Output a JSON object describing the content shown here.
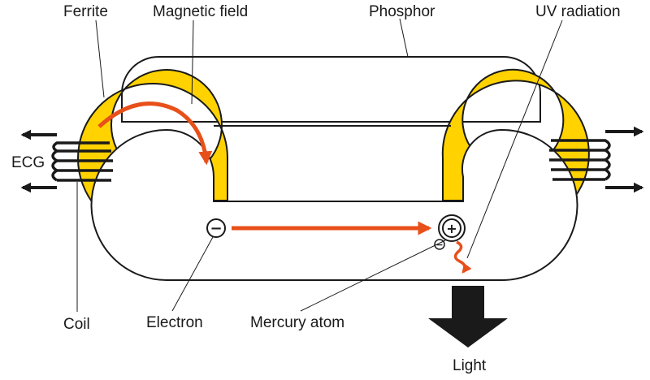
{
  "labels": {
    "ferrite": "Ferrite",
    "magnetic_field": "Magnetic field",
    "phosphor": "Phosphor",
    "uv_radiation": "UV radiation",
    "ecg": "ECG",
    "coil": "Coil",
    "electron": "Electron",
    "mercury_atom": "Mercury atom",
    "light": "Light"
  },
  "symbols": {
    "electron": "−",
    "ion": "+",
    "ion_electron": "−"
  },
  "colors": {
    "ferrite": "#FFD200",
    "arrow": "#E8501A",
    "outline": "#1a1a1a",
    "tube": "#ffffff"
  }
}
